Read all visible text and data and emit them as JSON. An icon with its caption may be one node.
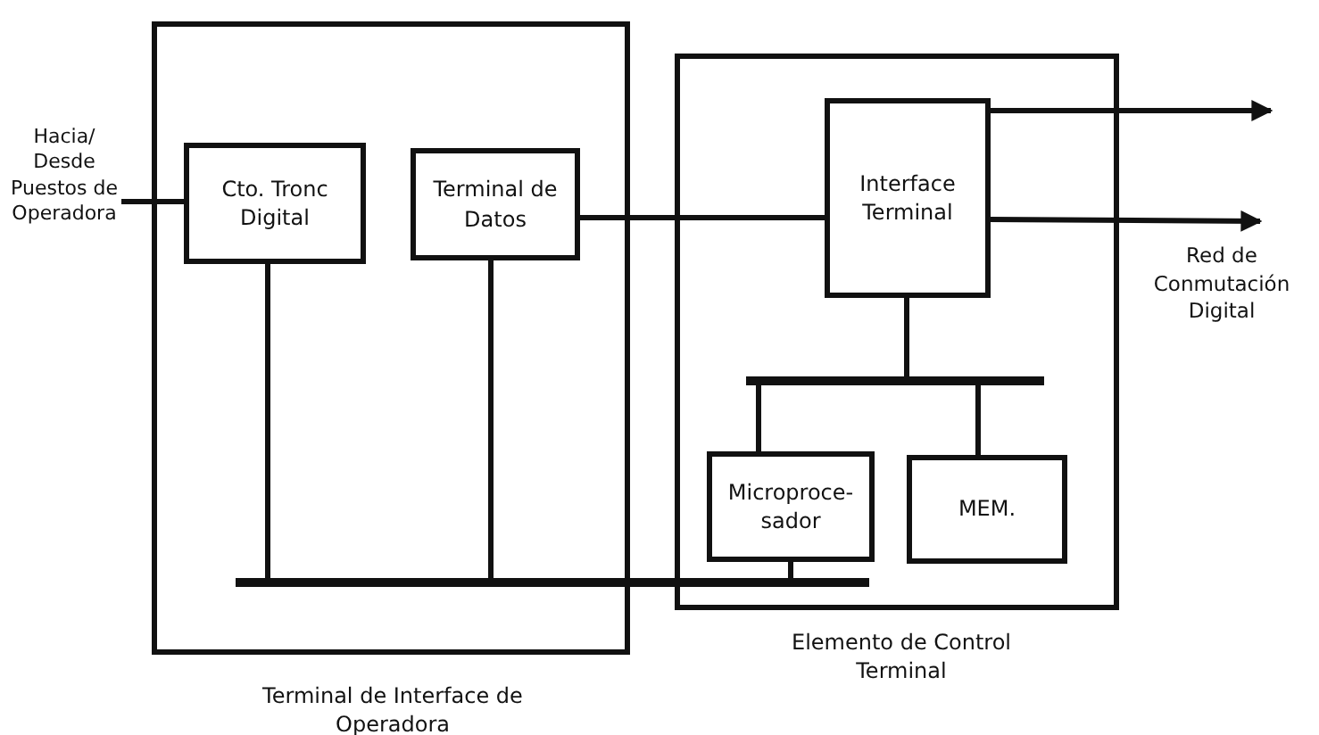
{
  "diagram": {
    "nodes": [
      {
        "text": [
          "Terminal de Interface de Operadora"
        ]
      },
      {
        "text": [
          "Cto. Tronc Digital"
        ],
        "in": 0
      },
      {
        "text": [
          "Terminal de Datos"
        ],
        "in": 0
      },
      {
        "text": [],
        "shape": "bar"
      },
      {
        "text": [
          "Elemento de Control Terminal"
        ]
      },
      {
        "text": [
          "Interface Terminal"
        ],
        "in": 4
      },
      {
        "text": [],
        "shape": "bar",
        "in": 4
      },
      {
        "text": [
          "Microproce- sador"
        ],
        "in": 4
      },
      {
        "text": [
          "MEM."
        ],
        "in": 4
      },
      {
        "text": [
          "Hacia/ Desde Puestos de Operadora"
        ]
      },
      {
        "text": [
          "Red de Conmutación Digital"
        ]
      }
    ],
    "edges": [
      {
        "from": 9,
        "to": 1,
        "arrow": "none"
      },
      {
        "from": 2,
        "to": 5,
        "arrow": "none"
      },
      {
        "from": 5,
        "to": null,
        "arrow": "to"
      },
      {
        "from": 5,
        "to": 10,
        "arrow": "to"
      },
      {
        "from": 1,
        "to": 3,
        "arrow": "none"
      },
      {
        "from": 2,
        "to": 3,
        "arrow": "none"
      },
      {
        "from": 7,
        "to": 3,
        "arrow": "none"
      },
      {
        "from": 5,
        "to": 6,
        "arrow": "none"
      },
      {
        "from": 6,
        "to": 7,
        "arrow": "none"
      },
      {
        "from": 6,
        "to": 8,
        "arrow": "none"
      }
    ]
  }
}
